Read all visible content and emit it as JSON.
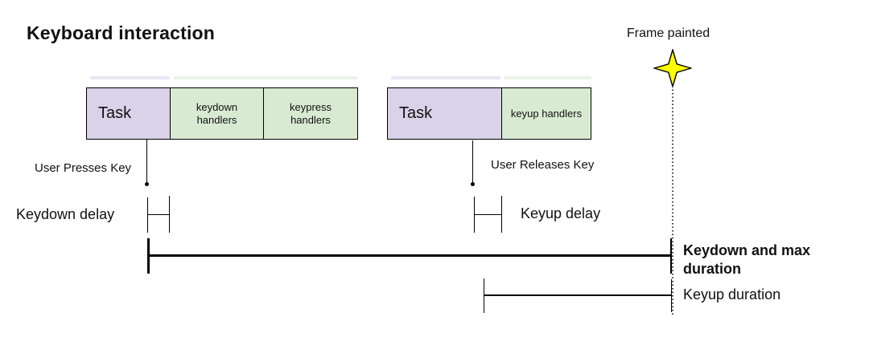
{
  "title": "Keyboard interaction",
  "frame_painted": {
    "label": "Frame painted",
    "star_color": "#ffff00"
  },
  "colors": {
    "task_fill": "#d9d2e9",
    "handler_fill": "#d9ead3",
    "line": "#000000"
  },
  "groups": [
    {
      "name": "keydown-task",
      "segments": [
        {
          "label": "Task",
          "type": "task"
        },
        {
          "label": "keydown\nhandlers",
          "type": "handler"
        },
        {
          "label": "keypress\nhandlers",
          "type": "handler"
        }
      ]
    },
    {
      "name": "keyup-task",
      "segments": [
        {
          "label": "Task",
          "type": "task"
        },
        {
          "label": "keyup handlers",
          "type": "handler"
        }
      ]
    }
  ],
  "annotations": {
    "user_presses_key": "User Presses Key",
    "user_releases_key": "User Releases Key",
    "keydown_delay": "Keydown delay",
    "keyup_delay": "Keyup delay",
    "keydown_max_duration": "Keydown and max\nduration",
    "keyup_duration": "Keyup duration"
  }
}
